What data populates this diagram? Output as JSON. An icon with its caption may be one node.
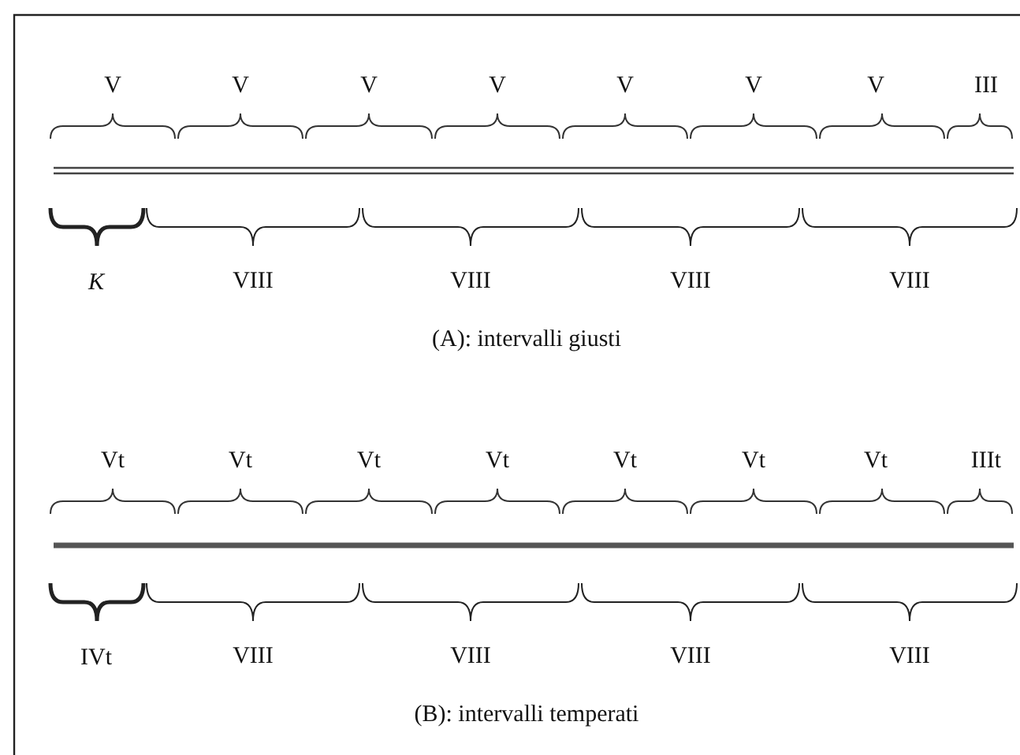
{
  "diagram": {
    "labels": [
      "V",
      "V",
      "V",
      "V",
      "V",
      "V",
      "V",
      "III",
      "K",
      "VIII",
      "VIII",
      "VIII",
      "VIII",
      "(A): intervalli giusti",
      "Vt",
      "Vt",
      "Vt",
      "Vt",
      "Vt",
      "Vt",
      "Vt",
      "IIIt",
      "IVt",
      "VIII",
      "VIII",
      "VIII",
      "VIII",
      "(B): intervalli temperati"
    ]
  }
}
